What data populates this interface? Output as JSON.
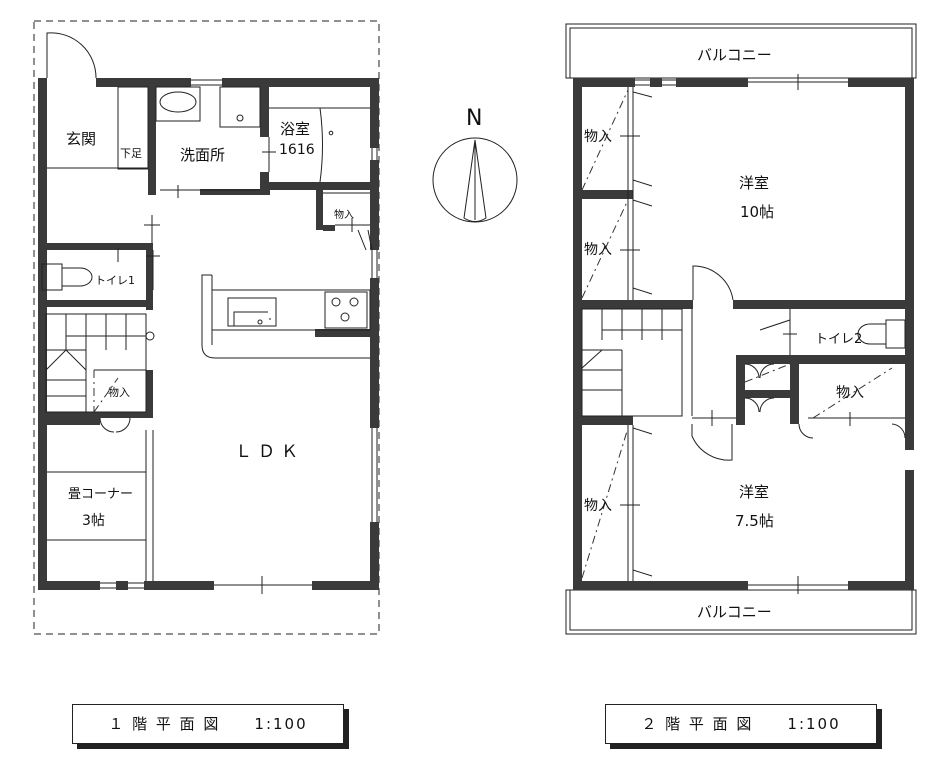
{
  "floor1": {
    "rooms": {
      "genkan": "玄関",
      "getabako": "下足",
      "senmenjo": "洗面所",
      "yokushitsu": "浴室",
      "yokushitsu_size": "1616",
      "monoire_bath": "物入",
      "toilet": "トイレ1",
      "monoire_stair": "物入",
      "ldk": "ＬＤＫ",
      "tatami": "畳コーナー",
      "tatami_size": "3帖"
    },
    "caption": "１ 階 平 面 図　　1:100"
  },
  "floor2": {
    "rooms": {
      "balcony_north": "バルコニー",
      "balcony_south": "バルコニー",
      "monoire_nw1": "物入",
      "monoire_nw2": "物入",
      "yoshitsu1": "洋室",
      "yoshitsu1_size": "10帖",
      "toilet": "トイレ2",
      "monoire_center": "物入",
      "monoire_sw": "物入",
      "yoshitsu2": "洋室",
      "yoshitsu2_size": "7.5帖"
    },
    "caption": "２ 階 平 面 図　　1:100"
  },
  "compass": {
    "label": "N"
  }
}
